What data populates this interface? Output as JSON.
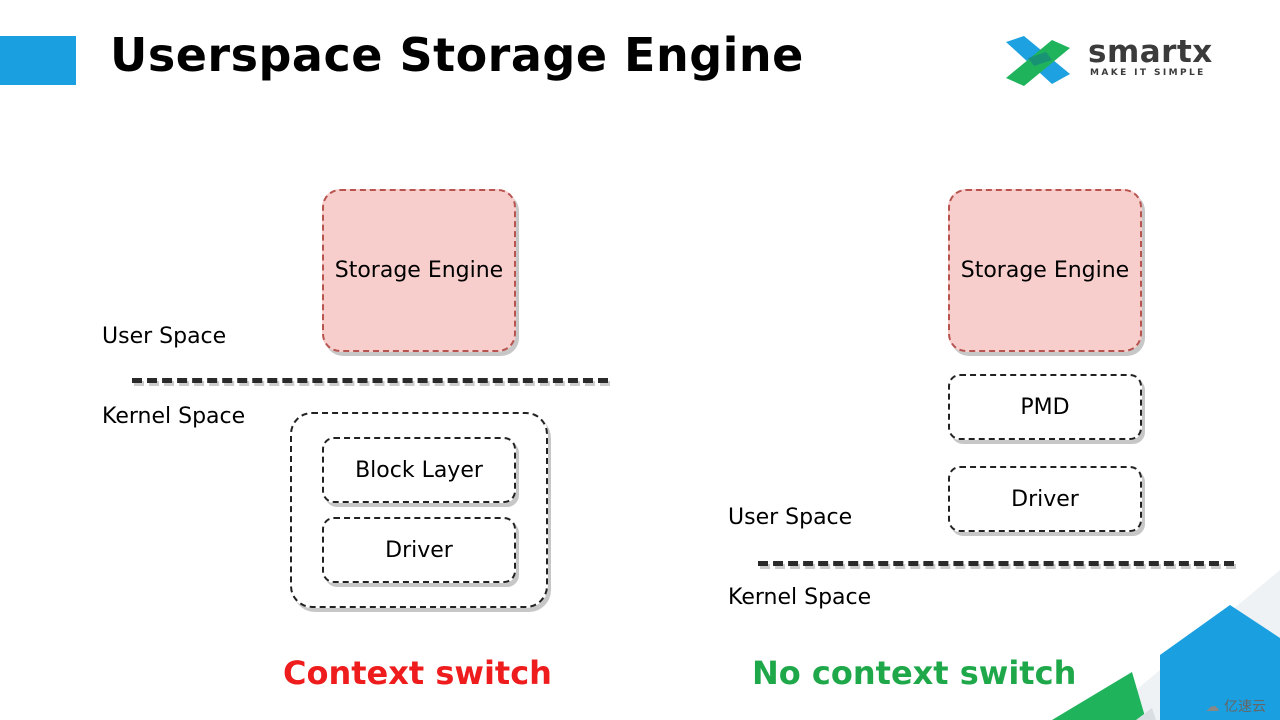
{
  "title": "Userspace Storage Engine",
  "logo": {
    "name": "smartx",
    "tagline": "MAKE IT SIMPLE"
  },
  "colors": {
    "accent": "#1a9fe0",
    "engine_fill": "#f8cecc",
    "engine_border": "#b85450",
    "context_switch": "#ee1c1c",
    "no_context_switch": "#1fa84a"
  },
  "left_diagram": {
    "engine": "Storage Engine",
    "user_space": "User Space",
    "kernel_space": "Kernel Space",
    "block_layer": "Block Layer",
    "driver": "Driver",
    "caption": "Context switch"
  },
  "right_diagram": {
    "engine": "Storage Engine",
    "pmd": "PMD",
    "driver": "Driver",
    "user_space": "User Space",
    "kernel_space": "Kernel Space",
    "caption": "No context switch"
  },
  "watermark": "亿速云"
}
